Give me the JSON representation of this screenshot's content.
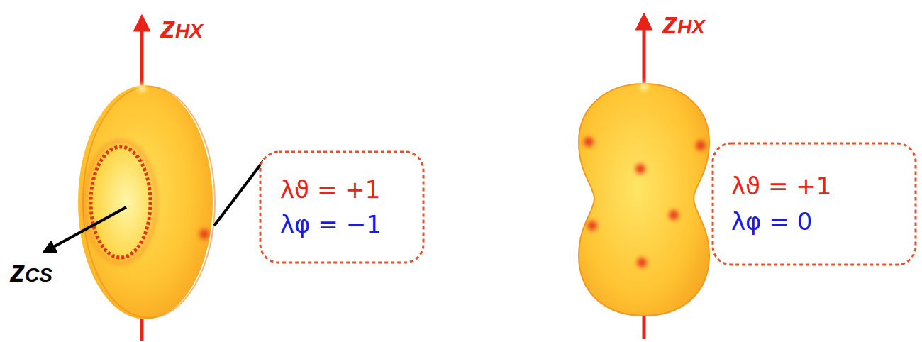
{
  "diagram": {
    "nodes": [
      {
        "text": [
          "λϑ = +1",
          "λφ = −1"
        ]
      },
      {
        "text": [
          "λϑ = +1",
          "λφ = 0"
        ]
      }
    ],
    "labels": [
      "zHX",
      "zCS",
      "zHX"
    ]
  }
}
